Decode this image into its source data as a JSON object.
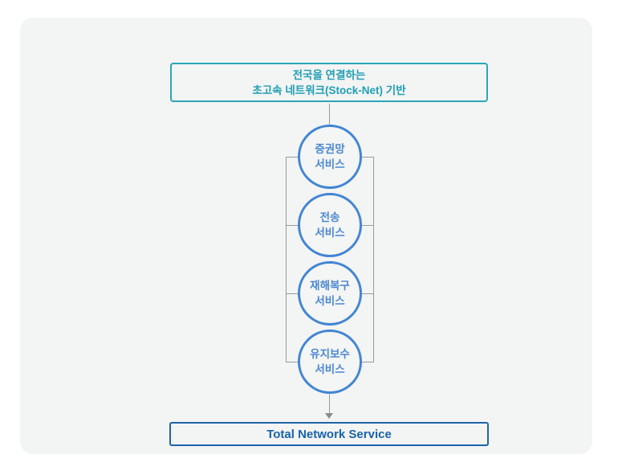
{
  "diagram": {
    "top_box": {
      "line1": "전국을 연결하는",
      "line2": "초고속 네트워크(Stock-Net) 기반"
    },
    "services": [
      {
        "label": "증권망\n서비스"
      },
      {
        "label": "전송\n서비스"
      },
      {
        "label": "재해복구\n서비스"
      },
      {
        "label": "유지보수\n서비스"
      }
    ],
    "bottom_box": {
      "label": "Total Network Service"
    },
    "colors": {
      "teal_border": "#2aa6b9",
      "teal_text": "#1f9fb5",
      "circle_border": "#4285d4",
      "circle_text": "#4a87d3",
      "bottom_border": "#1c64ab",
      "bottom_text": "#1763ac",
      "line_gray": "#999a9b",
      "panel_background": "#f3f4f4"
    }
  }
}
